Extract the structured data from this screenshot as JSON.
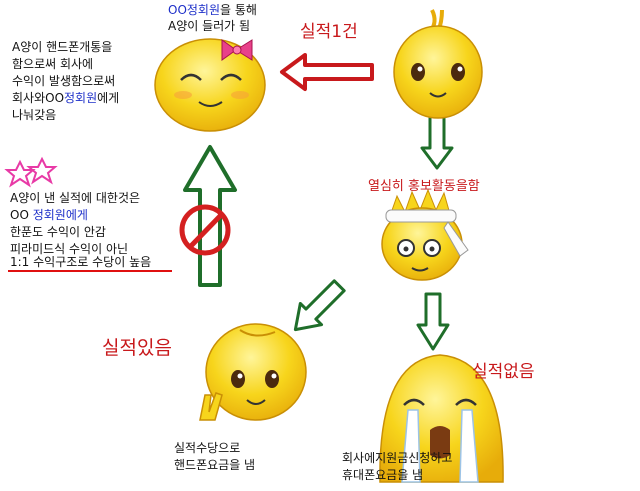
{
  "top_caption": {
    "line1_blue": "OO정회원",
    "line1_rest": "을 통해",
    "line2": "A양이 들러가 됨"
  },
  "left_box": {
    "line1": "A양이 핸드폰개통을",
    "line2": "함으로써 회사에",
    "line3": "수익이 발생함으로써",
    "line4_pre": "회사와OO",
    "line4_blue": "정회원",
    "line4_post": "에게",
    "line5": "나눠갖음"
  },
  "explain_box": {
    "line1": "A양이 낸 실적에 대한것은",
    "line2_pre": "OO ",
    "line2_blue": "정회원에게",
    "line3": "한푼도 수익이 안감",
    "line4": "피라미드식 수익이 아닌",
    "line5": "1:1 수익구조로 수당이 높음"
  },
  "labels": {
    "performance_one": "실적1건",
    "promotion": "열심히 홍보활동을함",
    "has_performance": "실적있음",
    "no_performance": "실적없음"
  },
  "results": {
    "left_line1": "실적수당으로",
    "left_line2": "핸드폰요금을 냄",
    "right_line1": "회사에지원금신청하고",
    "right_line2": "휴대폰요금을 냄"
  },
  "colors": {
    "face_yellow": "#f7d51c",
    "arrow_red": "#c8191c",
    "arrow_green": "#1f6e2a",
    "text_blue": "#1d2fc9",
    "underline_red": "#e01010",
    "stars_pink": "#e83aa6"
  },
  "icons": [
    "girl-face-icon",
    "boy-face-icon",
    "headband-face-icon",
    "happy-face-icon",
    "crying-face-icon",
    "prohibition-icon",
    "stars-icon"
  ]
}
